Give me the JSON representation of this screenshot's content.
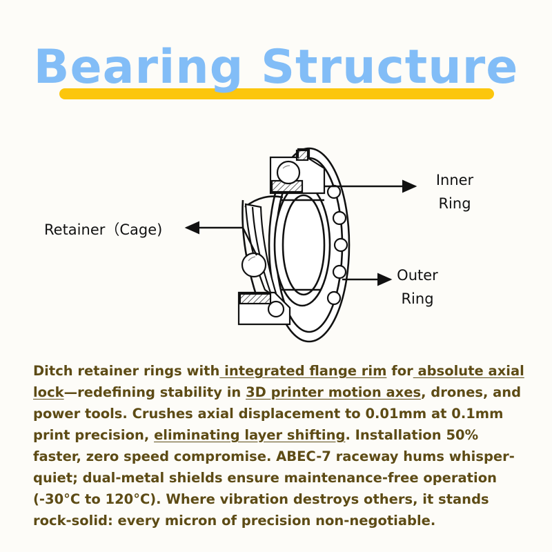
{
  "title": "Bearing Structure",
  "colors": {
    "title": "#82bdf7",
    "title_underline": "#fcc60d",
    "body_text": "#5d4b15",
    "line_art": "#111111"
  },
  "labels": {
    "inner_ring": [
      "Inner",
      "Ring"
    ],
    "outer_ring": [
      "Outer",
      "Ring"
    ],
    "retainer": "Retainer（Cage)"
  },
  "description": {
    "segments": [
      {
        "text": "Ditch retainer rings with",
        "underline": false
      },
      {
        "text": " integrated flange rim",
        "underline": true
      },
      {
        "text": " for",
        "underline": false
      },
      {
        "text": " absolute axial lock",
        "underline": true
      },
      {
        "text": "—redefining stability in ",
        "underline": false
      },
      {
        "text": "3D printer motion axes",
        "underline": true
      },
      {
        "text": ", drones, and power tools. Crushes axial displacement to 0.01mm at 0.1mm print precision, ",
        "underline": false
      },
      {
        "text": "eliminating layer shifting",
        "underline": true
      },
      {
        "text": ". Installation 50% faster, zero speed compromise. ABEC-7 raceway hums whisper-quiet; dual-metal shields ensure maintenance-free operation (-30°C to 120°C). Where vibration destroys others, it stands rock-solid: every micron of precision non-negotiable.",
        "underline": false
      }
    ]
  }
}
